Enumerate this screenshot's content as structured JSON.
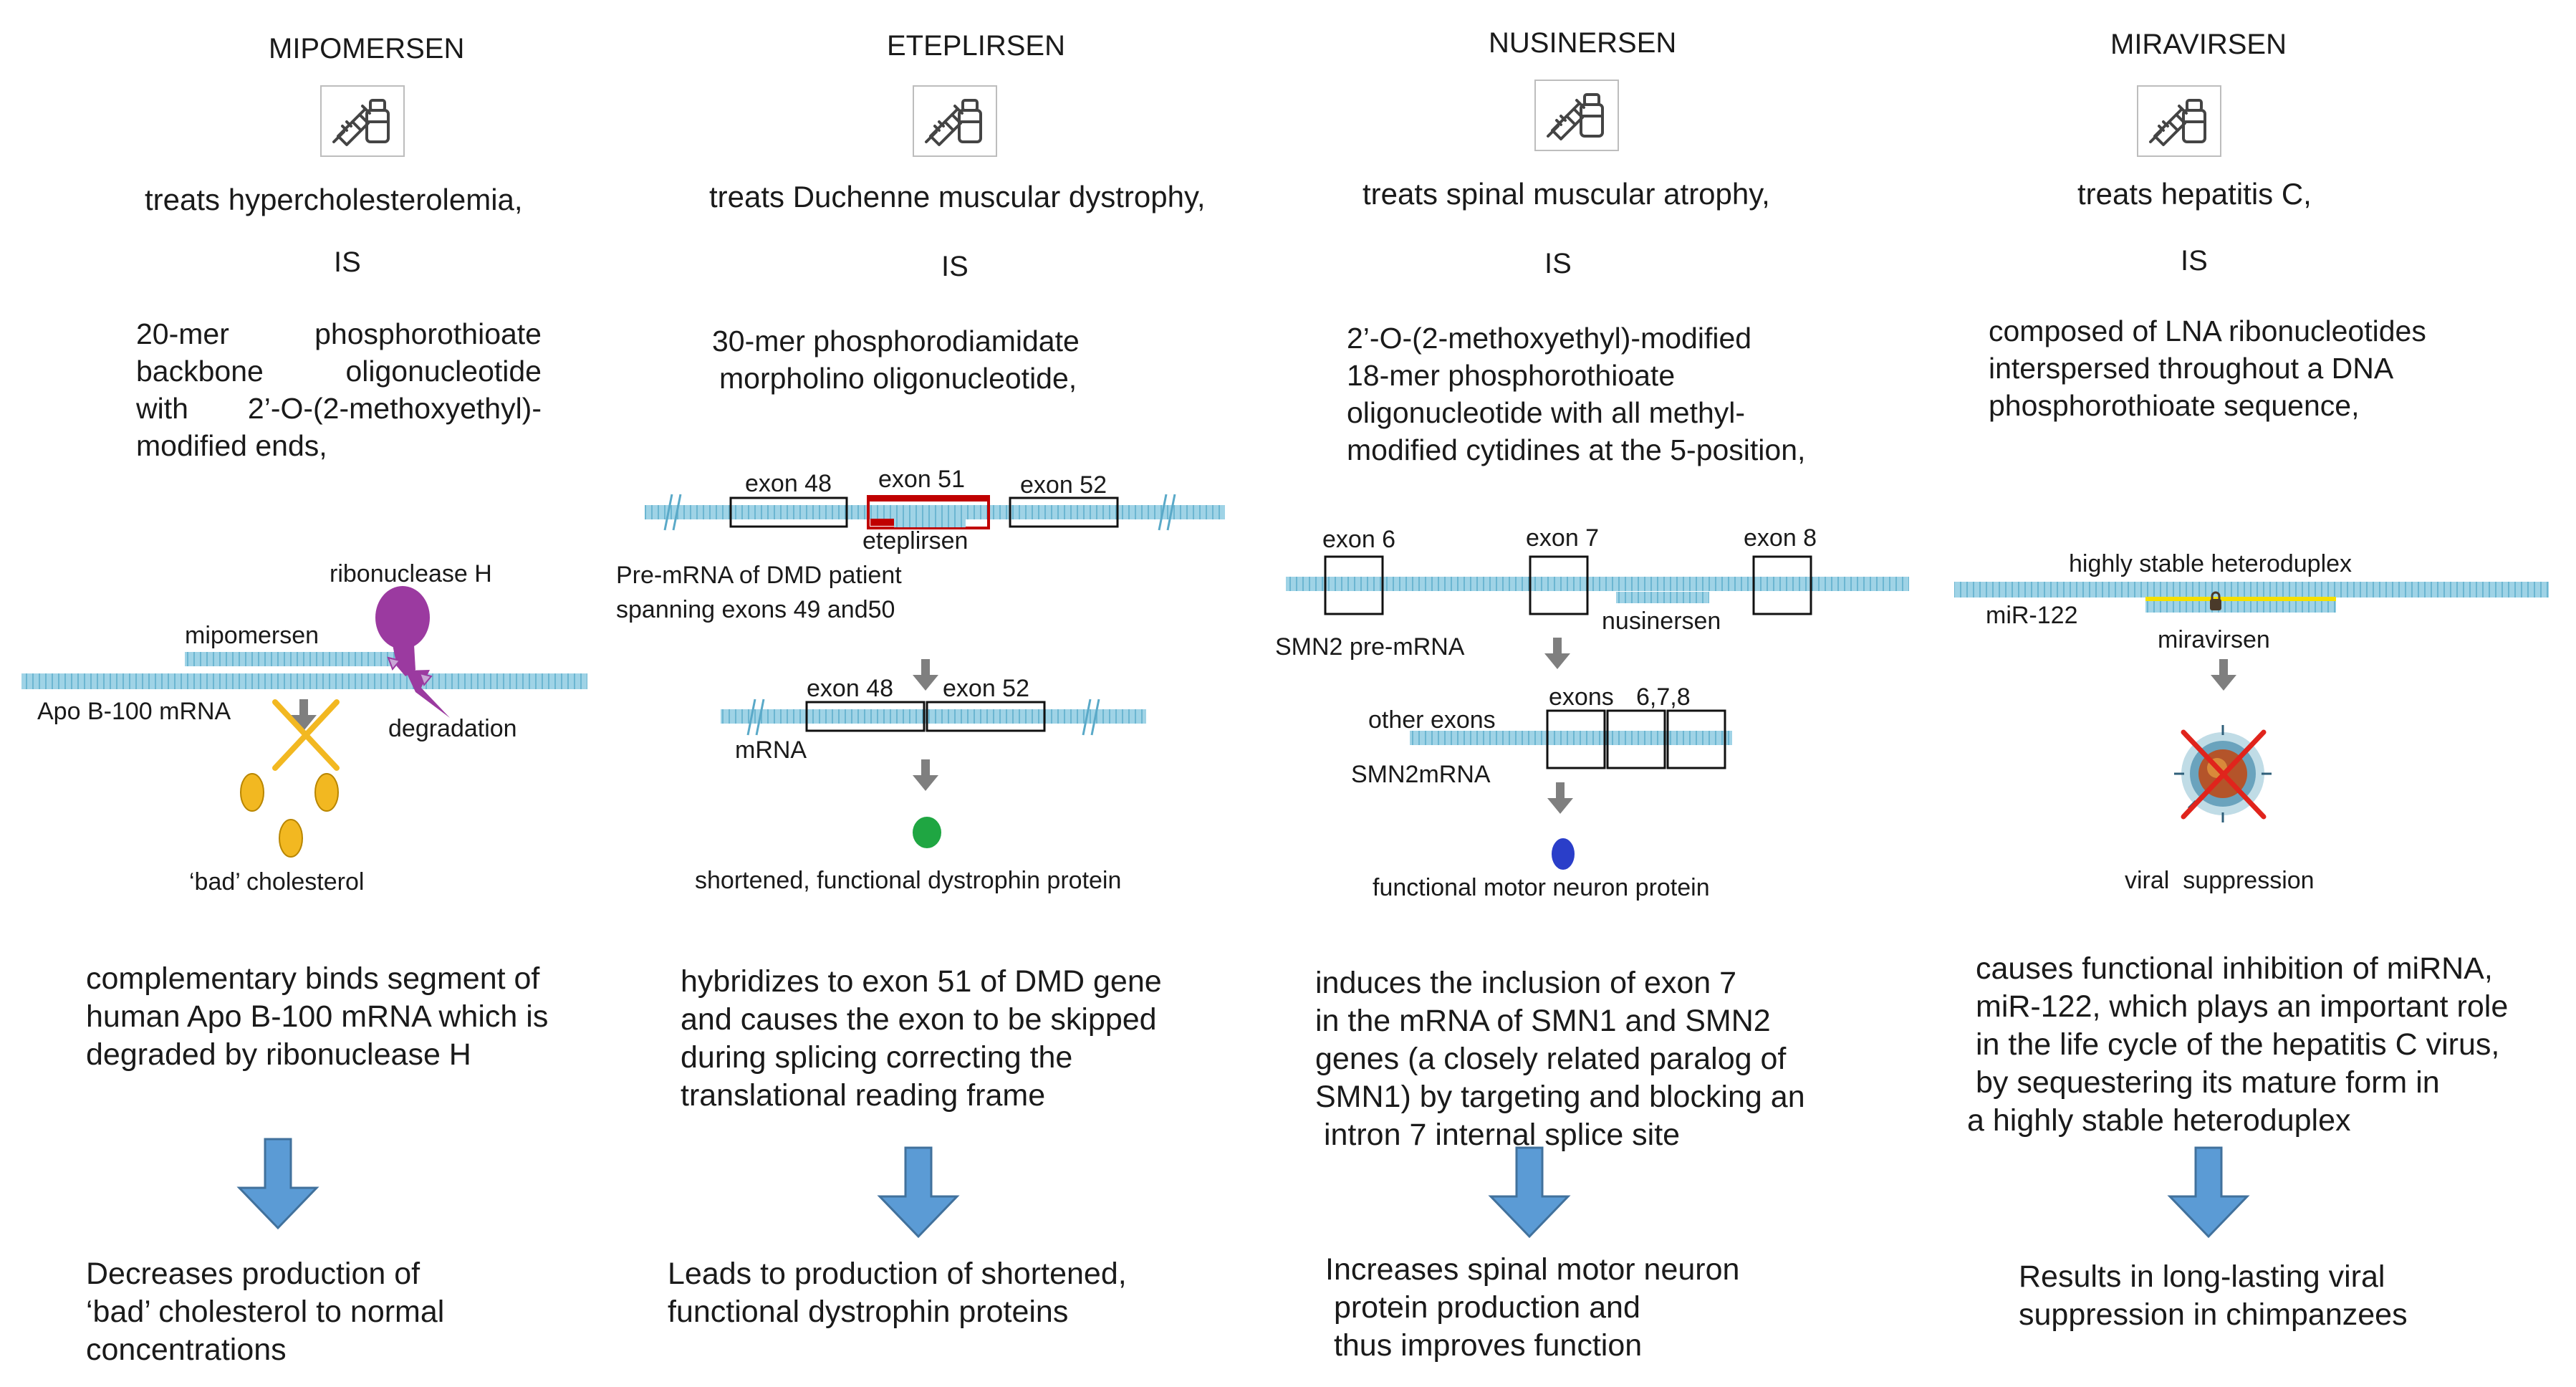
{
  "columns": [
    {
      "title": "MIPOMERSEN",
      "treats": "treats hypercholesterolemia,",
      "is": "IS",
      "composition": [
        "20-mer phosphorothioate",
        "backbone oligonucleotide",
        "with 2’-O-(2-methoxyethyl)-",
        "modified ends,"
      ],
      "labels": {
        "enzyme": "ribonuclease H",
        "drug": "mipomersen",
        "target": "Apo B-100 mRNA",
        "process": "degradation",
        "product": "‘bad’ cholesterol"
      },
      "mechanism": [
        "complementary binds segment of",
        "human Apo B-100 mRNA which is",
        "degraded by ribonuclease H"
      ],
      "result": [
        "Decreases production of",
        "‘bad’ cholesterol to normal",
        "concentrations"
      ]
    },
    {
      "title": "ETEPLIRSEN",
      "treats": "treats Duchenne muscular dystrophy,",
      "is": "IS",
      "composition": [
        "30-mer phosphorodiamidate",
        "morpholino oligonucleotide,"
      ],
      "labels": {
        "exon48": "exon 48",
        "exon51": "exon 51",
        "exon52": "exon 52",
        "drug": "eteplirsen",
        "premrna": "Pre-mRNA of DMD patient",
        "spanning": "spanning exons 49 and50",
        "exon48b": "exon 48",
        "exon52b": "exon 52",
        "mrna": "mRNA",
        "product": "shortened, functional dystrophin protein"
      },
      "mechanism": [
        "hybridizes to exon 51 of DMD gene",
        "and causes the exon to be skipped",
        "during splicing  correcting the",
        "translational reading frame"
      ],
      "result": [
        "Leads to production of shortened,",
        "functional dystrophin proteins"
      ]
    },
    {
      "title": "NUSINERSEN",
      "treats": "treats spinal muscular atrophy,",
      "is": "IS",
      "composition": [
        "2’-O-(2-methoxyethyl)-modified",
        "18-mer phosphorothioate",
        "oligonucleotide with all methyl-",
        "modified cytidines at the 5-position,"
      ],
      "labels": {
        "exon6": "exon 6",
        "exon7": "exon 7",
        "exon8": "exon 8",
        "premrna": "SMN2 pre-mRNA",
        "drug": "nusinersen",
        "other": "other exons",
        "exons": "exons",
        "exonnums": "6,7,8",
        "mrna": "SMN2mRNA",
        "product": "functional motor neuron protein"
      },
      "mechanism": [
        "induces the inclusion of exon 7",
        "in the mRNA of SMN1 and SMN2",
        "genes (a closely related paralog of",
        "SMN1) by targeting and blocking an",
        " intron 7 internal splice site"
      ],
      "result": [
        "Increases spinal motor neuron",
        " protein production and",
        " thus improves function"
      ]
    },
    {
      "title": "MIRAVIRSEN",
      "treats": "treats hepatitis C,",
      "is": "IS",
      "composition": [
        "composed of LNA ribonucleotides",
        "interspersed throughout a DNA",
        "phosphorothioate sequence,"
      ],
      "labels": {
        "heteroduplex": "highly stable heteroduplex",
        "mirna": "miR-122",
        "drug": "miravirsen",
        "product": "viral  suppression"
      },
      "mechanism": [
        "causes functional inhibition of  miRNA,",
        "miR-122, which plays an important role",
        "in the life cycle of the hepatitis C virus,",
        "by sequestering  its mature form in",
        "a highly stable heteroduplex"
      ],
      "result": [
        "Results in long-lasting viral",
        "suppression in chimpanzees"
      ]
    }
  ],
  "colors": {
    "strand": "#9fd3e6",
    "strand_dark": "#6cb6d1",
    "arrow": "#5b9bd5",
    "arrow_edge": "#41719c",
    "grey_arrow": "#7f7f7f",
    "enzyme": "#9b3aa0",
    "cholesterol": "#f2b821",
    "green": "#1fa642",
    "blue": "#2a3ec9",
    "red": "#c00000",
    "yellow": "#f5e000"
  },
  "icons": {
    "column_icon": "syringe-vial-icon"
  }
}
